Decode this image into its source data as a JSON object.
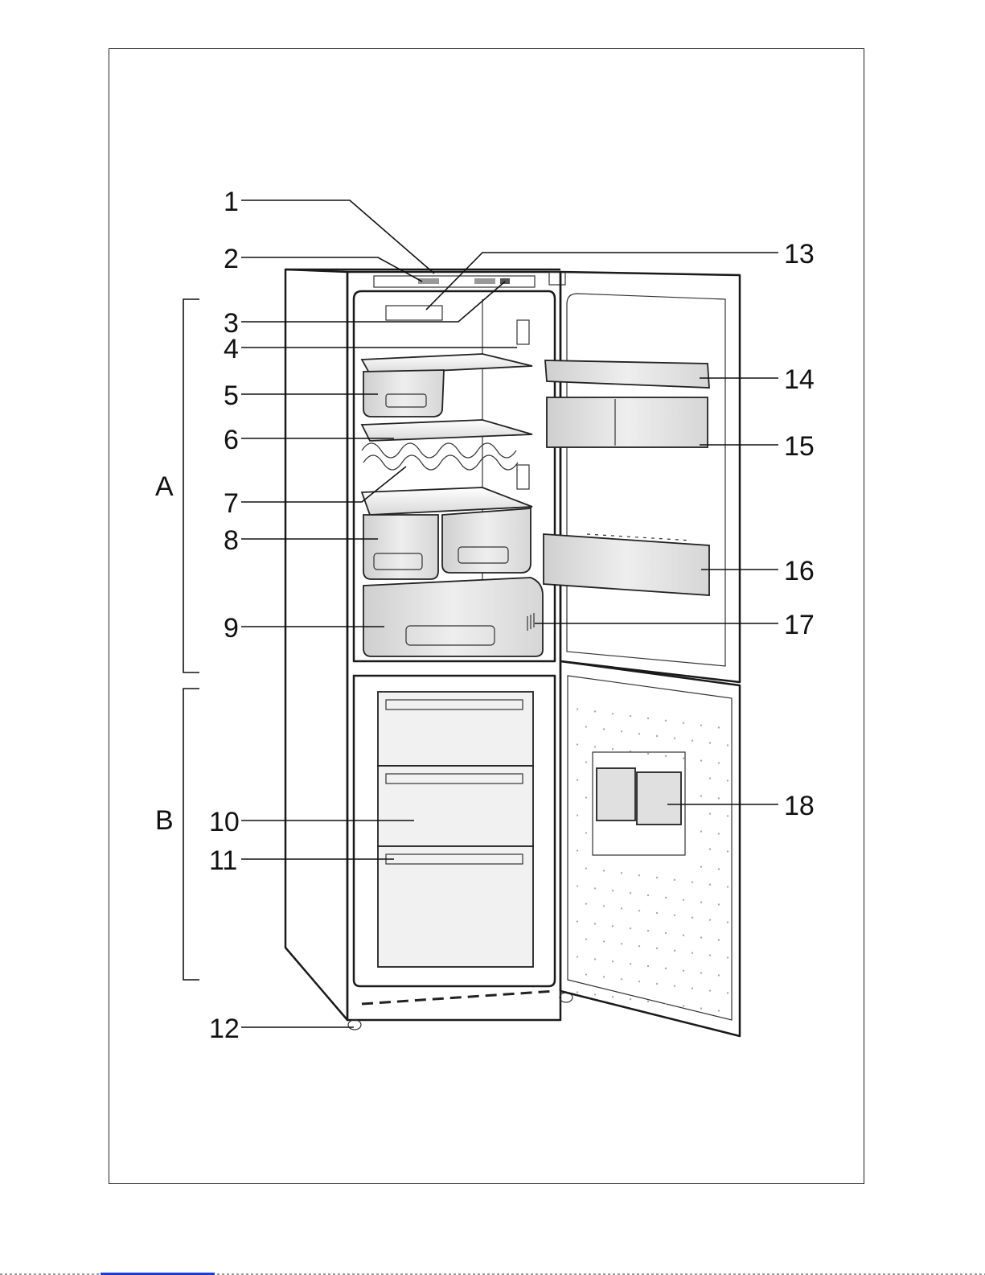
{
  "figure": {
    "part_labels": [
      "1",
      "2",
      "3",
      "4",
      "5",
      "6",
      "7",
      "8",
      "9",
      "10",
      "11",
      "12",
      "13",
      "14",
      "15",
      "16",
      "17",
      "18"
    ],
    "zone_labels": [
      "A",
      "B"
    ]
  },
  "colors": {
    "line": "#111111",
    "panel_fill": "#f5f5f5",
    "bin_fill": "#e6e6e6",
    "shade_fill": "#cfcfcf",
    "link_underline": "#1f3fd4"
  },
  "icons": [
    "refrigerator-freezer-illustration"
  ]
}
